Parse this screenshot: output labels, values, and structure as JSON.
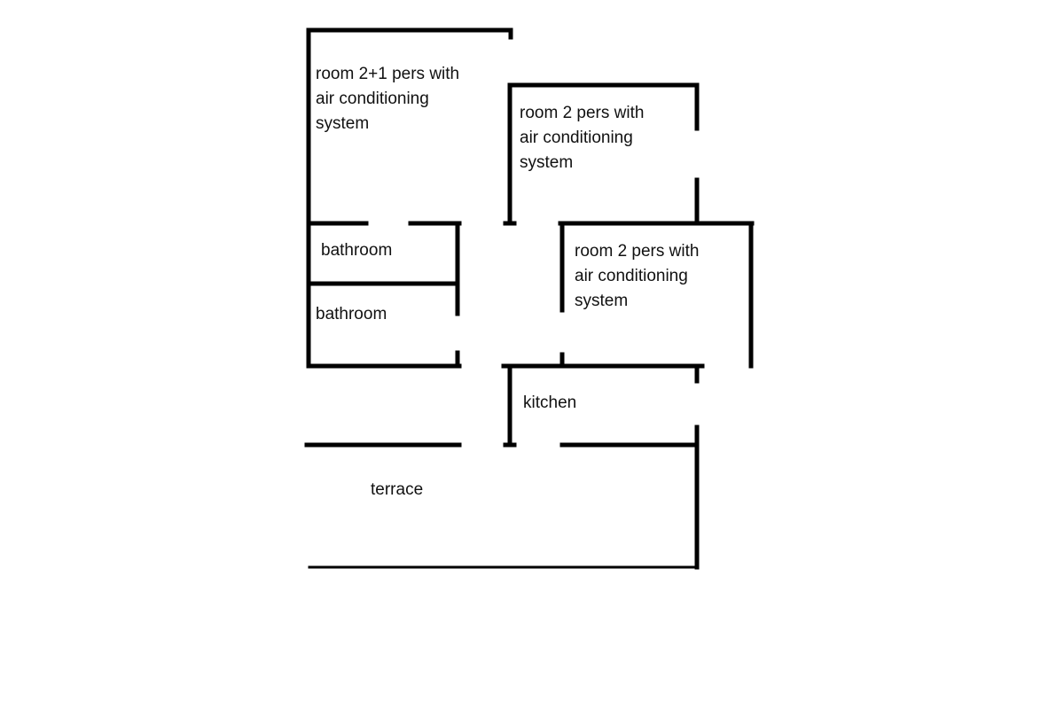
{
  "title": "Floor plan",
  "wall_color": "#000000",
  "rooms": [
    {
      "id": "room-2-1",
      "lines": [
        "room 2+1 pers with",
        "air conditioning",
        "system"
      ]
    },
    {
      "id": "room-2-a",
      "lines": [
        "room 2 pers with",
        "air conditioning",
        "system"
      ]
    },
    {
      "id": "room-2-b",
      "lines": [
        "room 2 pers with",
        "air conditioning",
        "system"
      ]
    },
    {
      "id": "bathroom-1",
      "lines": [
        "bathroom"
      ]
    },
    {
      "id": "bathroom-2",
      "lines": [
        "bathroom"
      ]
    },
    {
      "id": "kitchen",
      "lines": [
        "kitchen"
      ]
    },
    {
      "id": "terrace",
      "lines": [
        "terrace"
      ]
    }
  ]
}
